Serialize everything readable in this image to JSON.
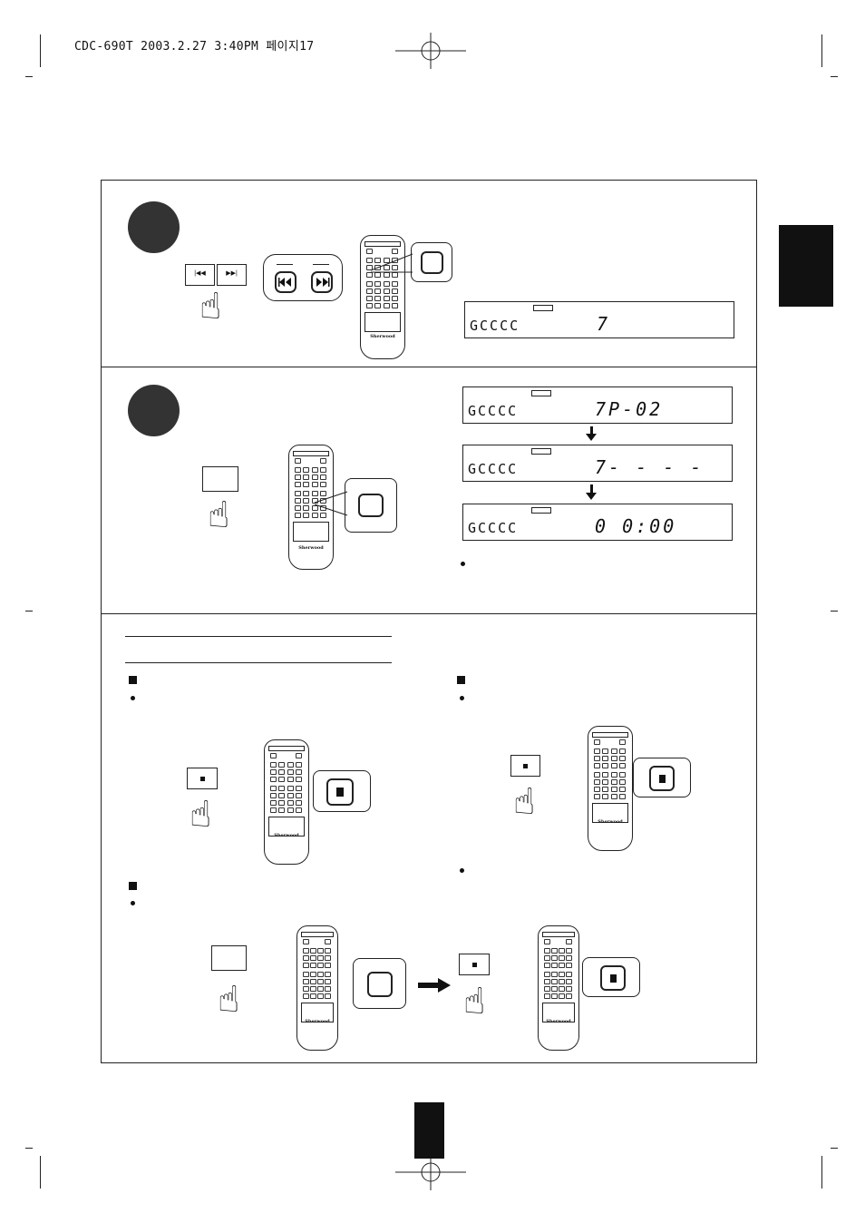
{
  "header": {
    "text": "CDC-690T 2003.2.27 3:40PM 페이지17"
  },
  "step1": {
    "keys": [
      "|◀◀",
      "▶▶|"
    ],
    "remote_logo": "Sherwood",
    "lcd": {
      "discs": "GCCCC",
      "readout": "7"
    }
  },
  "step2": {
    "remote_logo": "Sherwood",
    "lcds": [
      {
        "discs": "GCCCC",
        "readout": "7P-02"
      },
      {
        "discs": "GCCCC",
        "readout": "7- - - -"
      },
      {
        "discs": "GCCCC",
        "readout": "0  0:00"
      }
    ]
  },
  "section3": {
    "remote_logo": "Sherwood"
  },
  "icons": {
    "hand": "pointing-hand-icon",
    "stop": "stop-icon",
    "arrow": "arrow-right-icon"
  }
}
